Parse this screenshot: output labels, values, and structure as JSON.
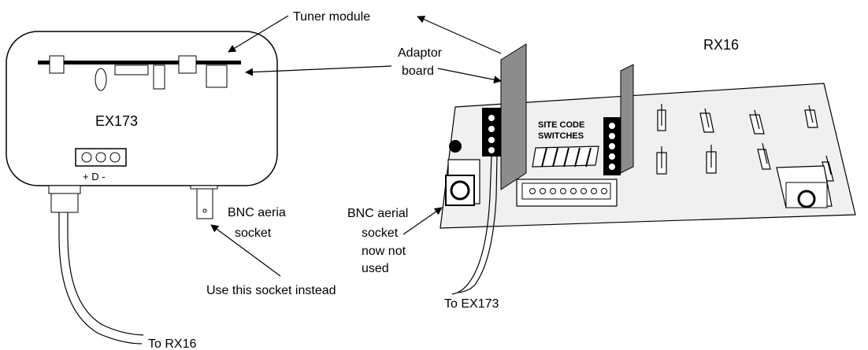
{
  "labels": {
    "tuner_module": "Tuner module",
    "adaptor_board_line1": "Adaptor",
    "adaptor_board_line2": "board",
    "rx16_title": "RX16",
    "ex173_title": "EX173",
    "ex173_pins": "+ D -",
    "bnc_aeria_line1": "BNC aeria",
    "bnc_aeria_line2": "socket",
    "use_this_socket": "Use this socket instead",
    "to_rx16": "To RX16",
    "bnc_aerial_unused_line1": "BNC aerial",
    "bnc_aerial_unused_line2": "socket",
    "bnc_aerial_unused_line3": "now not",
    "bnc_aerial_unused_line4": "used",
    "to_ex173": "To EX173",
    "site_code_line1": "SITE CODE",
    "site_code_line2": "SWITCHES"
  }
}
